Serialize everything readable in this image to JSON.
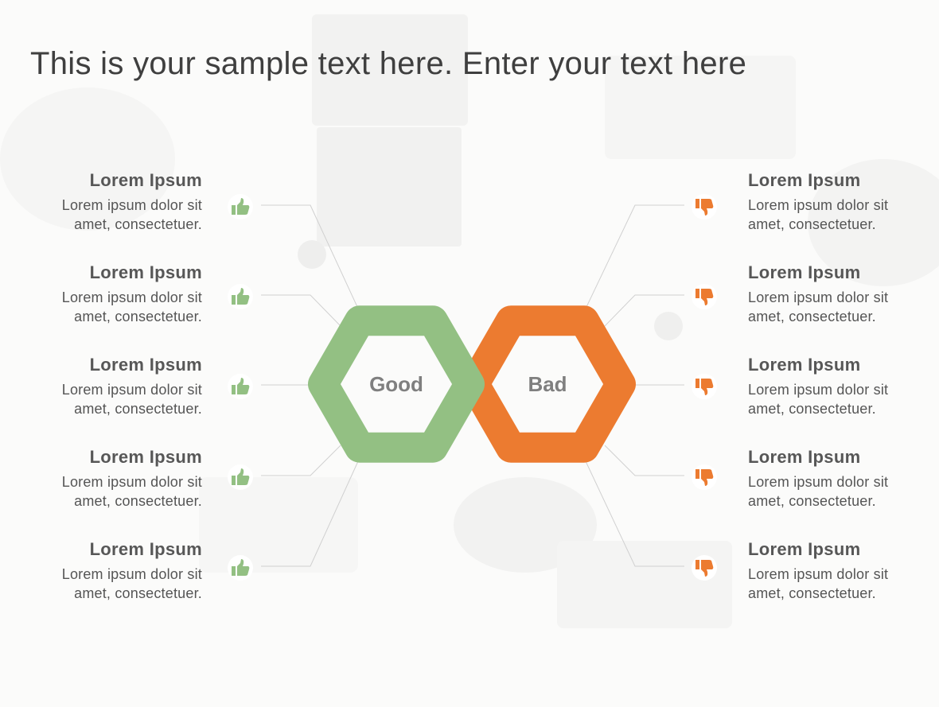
{
  "title": "This is your sample text here. Enter your text here",
  "colors": {
    "good": "#93c083",
    "bad": "#ec7b30",
    "text": "#555555",
    "line": "#d0d0d0"
  },
  "hexes": {
    "good": {
      "label": "Good",
      "icon": "thumbs-up-icon"
    },
    "bad": {
      "label": "Bad",
      "icon": "thumbs-down-icon"
    }
  },
  "good_items": [
    {
      "title": "Lorem Ipsum",
      "line1": "Lorem ipsum dolor sit",
      "line2": "amet, consectetuer."
    },
    {
      "title": "Lorem Ipsum",
      "line1": "Lorem ipsum dolor sit",
      "line2": "amet, consectetuer."
    },
    {
      "title": "Lorem Ipsum",
      "line1": "Lorem ipsum dolor sit",
      "line2": "amet, consectetuer."
    },
    {
      "title": "Lorem Ipsum",
      "line1": "Lorem ipsum dolor sit",
      "line2": "amet, consectetuer."
    },
    {
      "title": "Lorem Ipsum",
      "line1": "Lorem ipsum dolor sit",
      "line2": "amet, consectetuer."
    }
  ],
  "bad_items": [
    {
      "title": "Lorem Ipsum",
      "line1": "Lorem ipsum dolor sit",
      "line2": "amet, consectetuer."
    },
    {
      "title": "Lorem Ipsum",
      "line1": "Lorem ipsum dolor sit",
      "line2": "amet, consectetuer."
    },
    {
      "title": "Lorem Ipsum",
      "line1": "Lorem ipsum dolor sit",
      "line2": "amet, consectetuer."
    },
    {
      "title": "Lorem Ipsum",
      "line1": "Lorem ipsum dolor sit",
      "line2": "amet, consectetuer."
    },
    {
      "title": "Lorem Ipsum",
      "line1": "Lorem ipsum dolor sit",
      "line2": "amet, consectetuer."
    }
  ]
}
